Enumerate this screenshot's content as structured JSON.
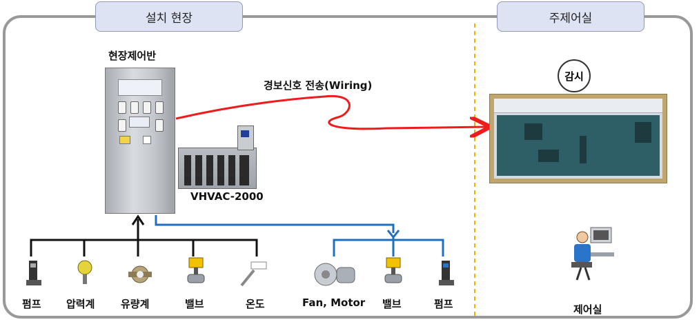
{
  "header": {
    "site_tab": "설치 현장",
    "control_tab": "주제어실"
  },
  "panel": {
    "label": "현장제어반"
  },
  "controller": {
    "label": "VHVAC-2000"
  },
  "signal": {
    "label": "경보신호 전송(Wiring)"
  },
  "monitor": {
    "badge": "감시"
  },
  "control_room": {
    "label": "제어실"
  },
  "sensors": [
    {
      "label": "펌프",
      "icon": "pump-icon"
    },
    {
      "label": "압력계",
      "icon": "pressure-gauge-icon"
    },
    {
      "label": "유량계",
      "icon": "flow-meter-icon"
    },
    {
      "label": "밸브",
      "icon": "valve-icon"
    },
    {
      "label": "온도",
      "icon": "thermometer-icon"
    }
  ],
  "actuators": [
    {
      "label": "Fan, Motor",
      "icon": "fan-motor-icon"
    },
    {
      "label": "밸브",
      "icon": "valve-icon"
    },
    {
      "label": "펌프",
      "icon": "pump-icon"
    }
  ],
  "colors": {
    "signal_line": "#ee1c1c",
    "control_line": "#1f6fc0",
    "divider": "#f0b400",
    "frame": "#999999",
    "tab_fill": "#dde3f2"
  }
}
